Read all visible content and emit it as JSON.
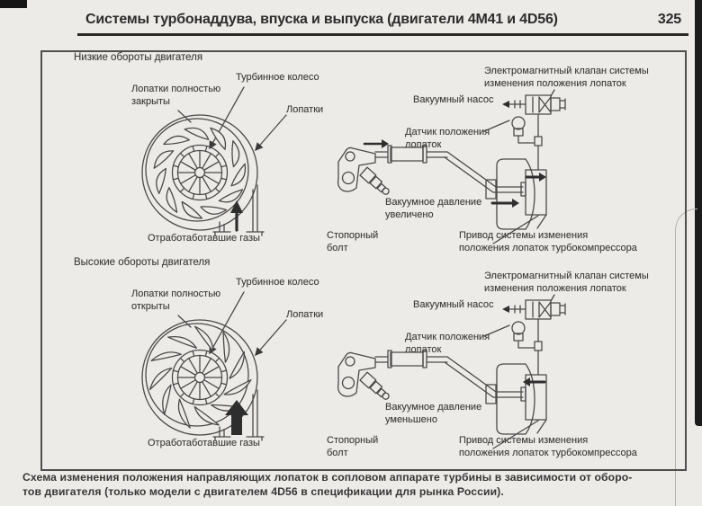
{
  "header": {
    "title": "Системы турбонаддува, впуска и выпуска (двигатели 4М41 и 4D56)",
    "page_number": "325"
  },
  "caption": {
    "line1": "Схема изменения положения направляющих лопаток в сопловом аппарате турбины в зависимости от оборо-",
    "line2": "тов двигателя (только модели с двигателем 4D56 в спецификации для рынка России)."
  },
  "d1": {
    "section": "Низкие обороты двигателя",
    "labels": {
      "vanes_state": [
        "Лопатки полностью",
        "закрыты"
      ],
      "turbine_wheel": "Турбинное колесо",
      "vanes": "Лопатки",
      "exhaust": "Отработаботавшие газы",
      "solenoid": [
        "Электромагнитный клапан системы",
        "изменения положения лопаток"
      ],
      "vacuum_pump": "Вакуумный насос",
      "sensor": [
        "Датчик положения",
        "лопаток"
      ],
      "vacuum": [
        "Вакуумное давление",
        "увеличено"
      ],
      "bolt": [
        "Стопорный",
        "болт"
      ],
      "actuator": [
        "Привод системы изменения",
        "положения лопаток турбокомпрессора"
      ]
    }
  },
  "d2": {
    "section": "Высокие обороты двигателя",
    "labels": {
      "vanes_state": [
        "Лопатки полностью",
        "открыты"
      ],
      "turbine_wheel": "Турбинное колесо",
      "vanes": "Лопатки",
      "exhaust": "Отработаботавшие газы",
      "solenoid": [
        "Электромагнитный клапан системы",
        "изменения положения лопаток"
      ],
      "vacuum_pump": "Вакуумный насос",
      "sensor": [
        "Датчик положения",
        "лопаток"
      ],
      "vacuum": [
        "Вакуумное давление",
        "уменьшено"
      ],
      "bolt": [
        "Стопорный",
        "болт"
      ],
      "actuator": [
        "Привод системы изменения",
        "положения лопаток турбокомпрессора"
      ]
    }
  }
}
